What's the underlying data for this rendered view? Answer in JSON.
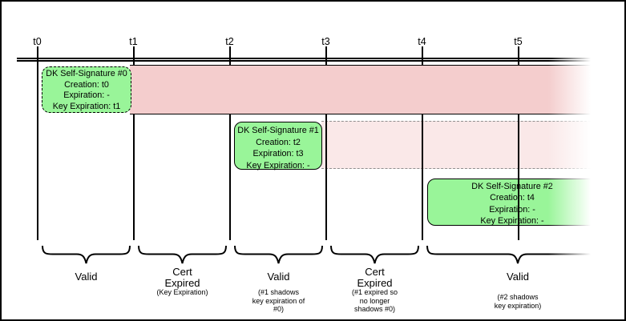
{
  "ticks": [
    {
      "label": "t0"
    },
    {
      "label": "t1"
    },
    {
      "label": "t2"
    },
    {
      "label": "t3"
    },
    {
      "label": "t4"
    },
    {
      "label": "t5"
    }
  ],
  "signatures": [
    {
      "title": "DK Self-Signature #0",
      "creation": "Creation: t0",
      "expiration": "Expiration: -",
      "key_expiration": "Key Expiration: t1"
    },
    {
      "title": "DK Self-Signature #1",
      "creation": "Creation: t2",
      "expiration": "Expiration: t3",
      "key_expiration": "Key Expiration: -"
    },
    {
      "title": "DK Self-Signature #2",
      "creation": "Creation: t4",
      "expiration": "Expiration: -",
      "key_expiration": "Key Expiration: -"
    }
  ],
  "periods": [
    {
      "label": "Valid",
      "sub": []
    },
    {
      "label": "Cert Expired",
      "sub": [
        "(Key Expiration)"
      ]
    },
    {
      "label": "Valid",
      "sub": [
        "(#1 shadows",
        "key expiration of",
        "#0)"
      ]
    },
    {
      "label": "Cert Expired",
      "sub": [
        "(#1 expired so",
        "no longer",
        "shadows #0)"
      ]
    },
    {
      "label": "Valid",
      "sub": [
        "(#2 shadows",
        "key expiration)"
      ]
    }
  ],
  "colors": {
    "expired_band": "#F4CDCD",
    "shadow_band": "#FAE8E8",
    "signature_box": "#99F599",
    "line": "#000000"
  }
}
